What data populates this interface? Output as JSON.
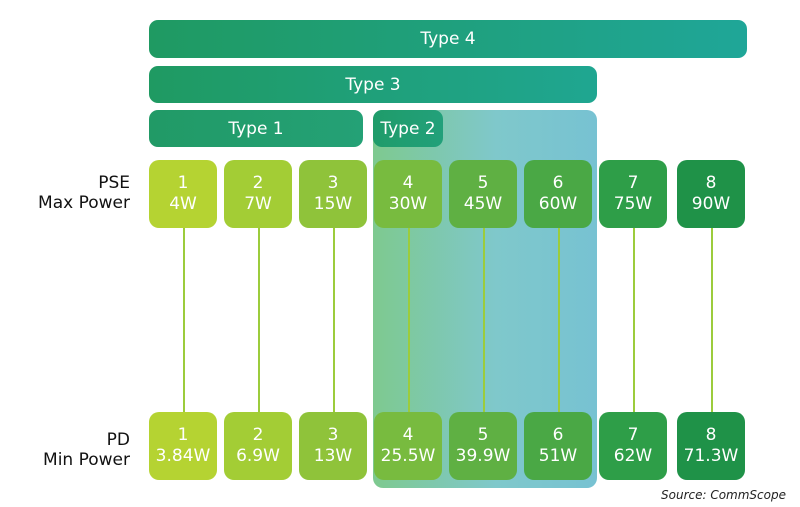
{
  "types": {
    "type4": "Type 4",
    "type3": "Type 3",
    "type1": "Type 1",
    "type2": "Type 2"
  },
  "labels": {
    "pse": [
      "PSE",
      "Max Power"
    ],
    "pd": [
      "PD",
      "Min Power"
    ]
  },
  "classes": [
    {
      "num": "1",
      "pse": "4W",
      "pd": "3.84W",
      "color": "#b5d332"
    },
    {
      "num": "2",
      "pse": "7W",
      "pd": "6.9W",
      "color": "#a3cd35"
    },
    {
      "num": "3",
      "pse": "15W",
      "pd": "13W",
      "color": "#8fc33a"
    },
    {
      "num": "4",
      "pse": "30W",
      "pd": "25.5W",
      "color": "#78bb3f"
    },
    {
      "num": "5",
      "pse": "45W",
      "pd": "39.9W",
      "color": "#5fb043"
    },
    {
      "num": "6",
      "pse": "60W",
      "pd": "51W",
      "color": "#4aa845"
    },
    {
      "num": "7",
      "pse": "75W",
      "pd": "62W",
      "color": "#2e9e48"
    },
    {
      "num": "8",
      "pse": "90W",
      "pd": "71.3W",
      "color": "#1f9248"
    }
  ],
  "colors": {
    "type_bar_start": "#1f9a62",
    "type_bar_end": "#1fa698",
    "connector": "#9ccc3c",
    "type2_shade": "#7fc8c0"
  },
  "source": "Source: CommScope"
}
